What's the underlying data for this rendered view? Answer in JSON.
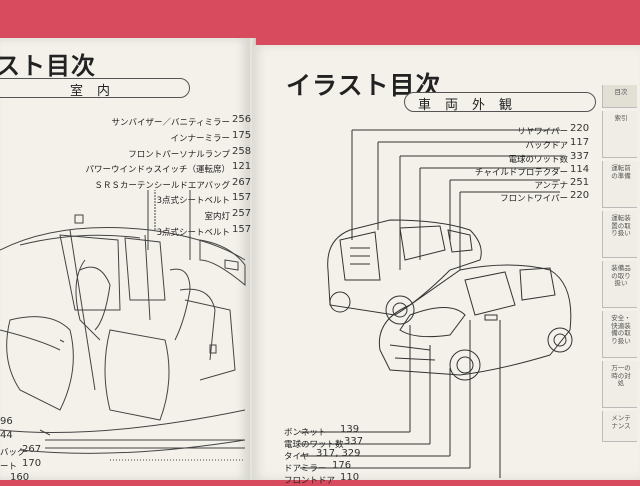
{
  "left_page": {
    "title": "スト目次",
    "banner": "室内",
    "labels": [
      {
        "text": "サンバイザー／バニティミラー",
        "page": "256"
      },
      {
        "text": "インナーミラー",
        "page": "175"
      },
      {
        "text": "フロントパーソナルランプ",
        "page": "258"
      },
      {
        "text": "パワーウインドゥスイッチ（運転席）",
        "page": "121"
      },
      {
        "text": "ＳＲＳカーテンシールドエアバッグ",
        "page": "267"
      },
      {
        "text": "3点式シートベルト",
        "page": "157"
      },
      {
        "text": "室内灯",
        "page": "257"
      },
      {
        "text": "3点式シートベルト",
        "page": "157"
      }
    ],
    "bottom_fragments": [
      "96",
      "44",
      "バック",
      "267",
      "ート",
      "170",
      "160"
    ]
  },
  "right_page": {
    "title": "イラスト目次",
    "banner": "車両外観",
    "top_labels": [
      {
        "text": "リヤワイパー",
        "page": "220"
      },
      {
        "text": "バックドア",
        "page": "117"
      },
      {
        "text": "電球のワット数",
        "page": "337"
      },
      {
        "text": "チャイルドプロテクター",
        "page": "114"
      },
      {
        "text": "アンテナ",
        "page": "251"
      },
      {
        "text": "フロントワイパー",
        "page": "220"
      }
    ],
    "bottom_labels": [
      {
        "text": "ボンネット",
        "page": "139"
      },
      {
        "text": "電球のワット数",
        "page": "337"
      },
      {
        "text": "タイヤ",
        "page": "317, 329"
      },
      {
        "text": "ドアミラー",
        "page": "176"
      },
      {
        "text": "フロントドア",
        "page": "110"
      }
    ],
    "tabs": [
      "目次",
      "索引",
      "運転前の準備",
      "運転装置の取り扱い",
      "装備品の取り扱い",
      "安全・快適装備の取り扱い",
      "万一の時の対処",
      "メンテナンス"
    ]
  },
  "colors": {
    "background": "#d84a5e",
    "paper": "#f3f1ea"
  }
}
